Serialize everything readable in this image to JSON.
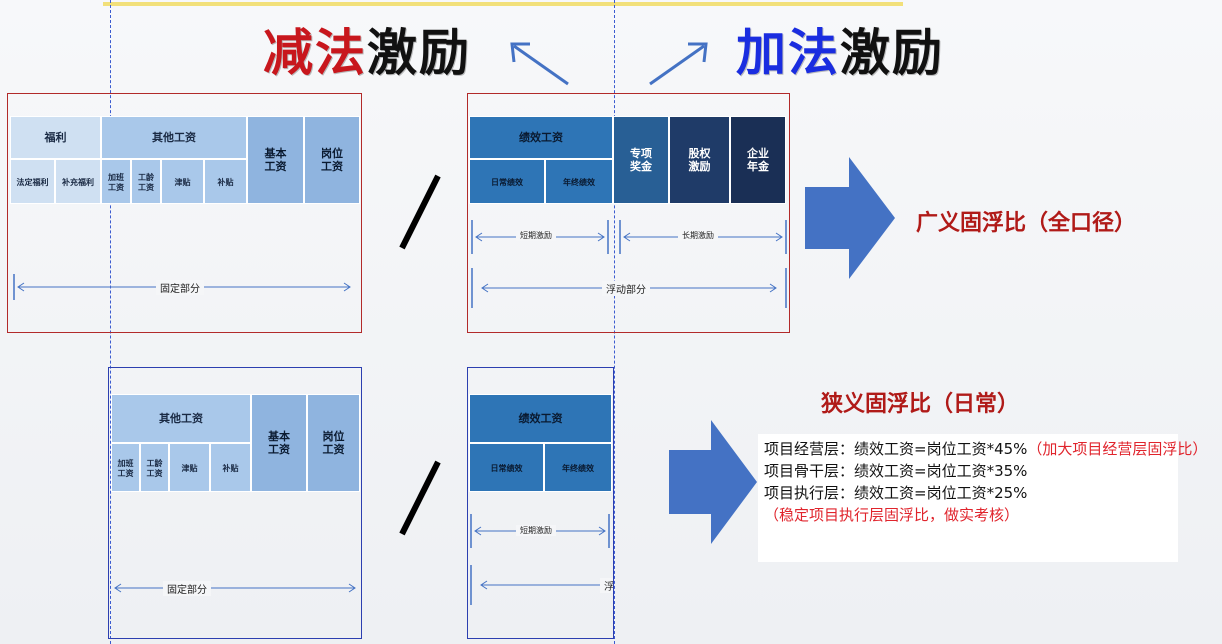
{
  "titles": {
    "subtract_part1": "减法",
    "subtract_part2": "激励",
    "add_part1": "加法",
    "add_part2": "激励"
  },
  "colors": {
    "subtract": "#c8171d",
    "add": "#1a2de0",
    "black": "#111111",
    "arrow_blue": "#4472c4",
    "frame_red": "#b22a2a",
    "frame_blue": "#2c3fb0"
  },
  "top_left": {
    "welfare": "福利",
    "other_wage": "其他工资",
    "base_wage": "基本\n工资",
    "post_wage": "岗位\n工资",
    "statutory_welfare": "法定福利",
    "supplementary_welfare": "补充福利",
    "overtime_wage": "加班\n工资",
    "seniority_wage": "工龄\n工资",
    "allowance": "津贴",
    "subsidy": "补贴",
    "fixed_part": "固定部分"
  },
  "top_right": {
    "performance_wage": "绩效工资",
    "special_bonus": "专项\n奖金",
    "equity_incentive": "股权\n激励",
    "enterprise_annuity": "企业\n年金",
    "daily_performance": "日常绩效",
    "annual_performance": "年终绩效",
    "short_term": "短期激励",
    "long_term": "长期激励",
    "floating_part": "浮动部分"
  },
  "bottom_left": {
    "other_wage": "其他工资",
    "base_wage": "基本\n工资",
    "post_wage": "岗位\n工资",
    "overtime_wage": "加班\n工资",
    "seniority_wage": "工龄\n工资",
    "allowance": "津贴",
    "subsidy": "补贴",
    "fixed_part": "固定部分"
  },
  "bottom_right": {
    "performance_wage": "绩效工资",
    "daily_performance": "日常绩效",
    "annual_performance": "年终绩效",
    "short_term": "短期激励",
    "floating_cut": "浮"
  },
  "broad_ratio": "广义固浮比（全口径）",
  "narrow_ratio": "狭义固浮比（日常）",
  "rules": {
    "line1": "项目经营层：绩效工资=岗位工资*45%",
    "line1_note": "（加大项目经营层固浮比）",
    "line2": "项目骨干层：绩效工资=岗位工资*35%",
    "line3": "项目执行层：绩效工资=岗位工资*25%",
    "line4": "（稳定项目执行层固浮比，做实考核）"
  }
}
